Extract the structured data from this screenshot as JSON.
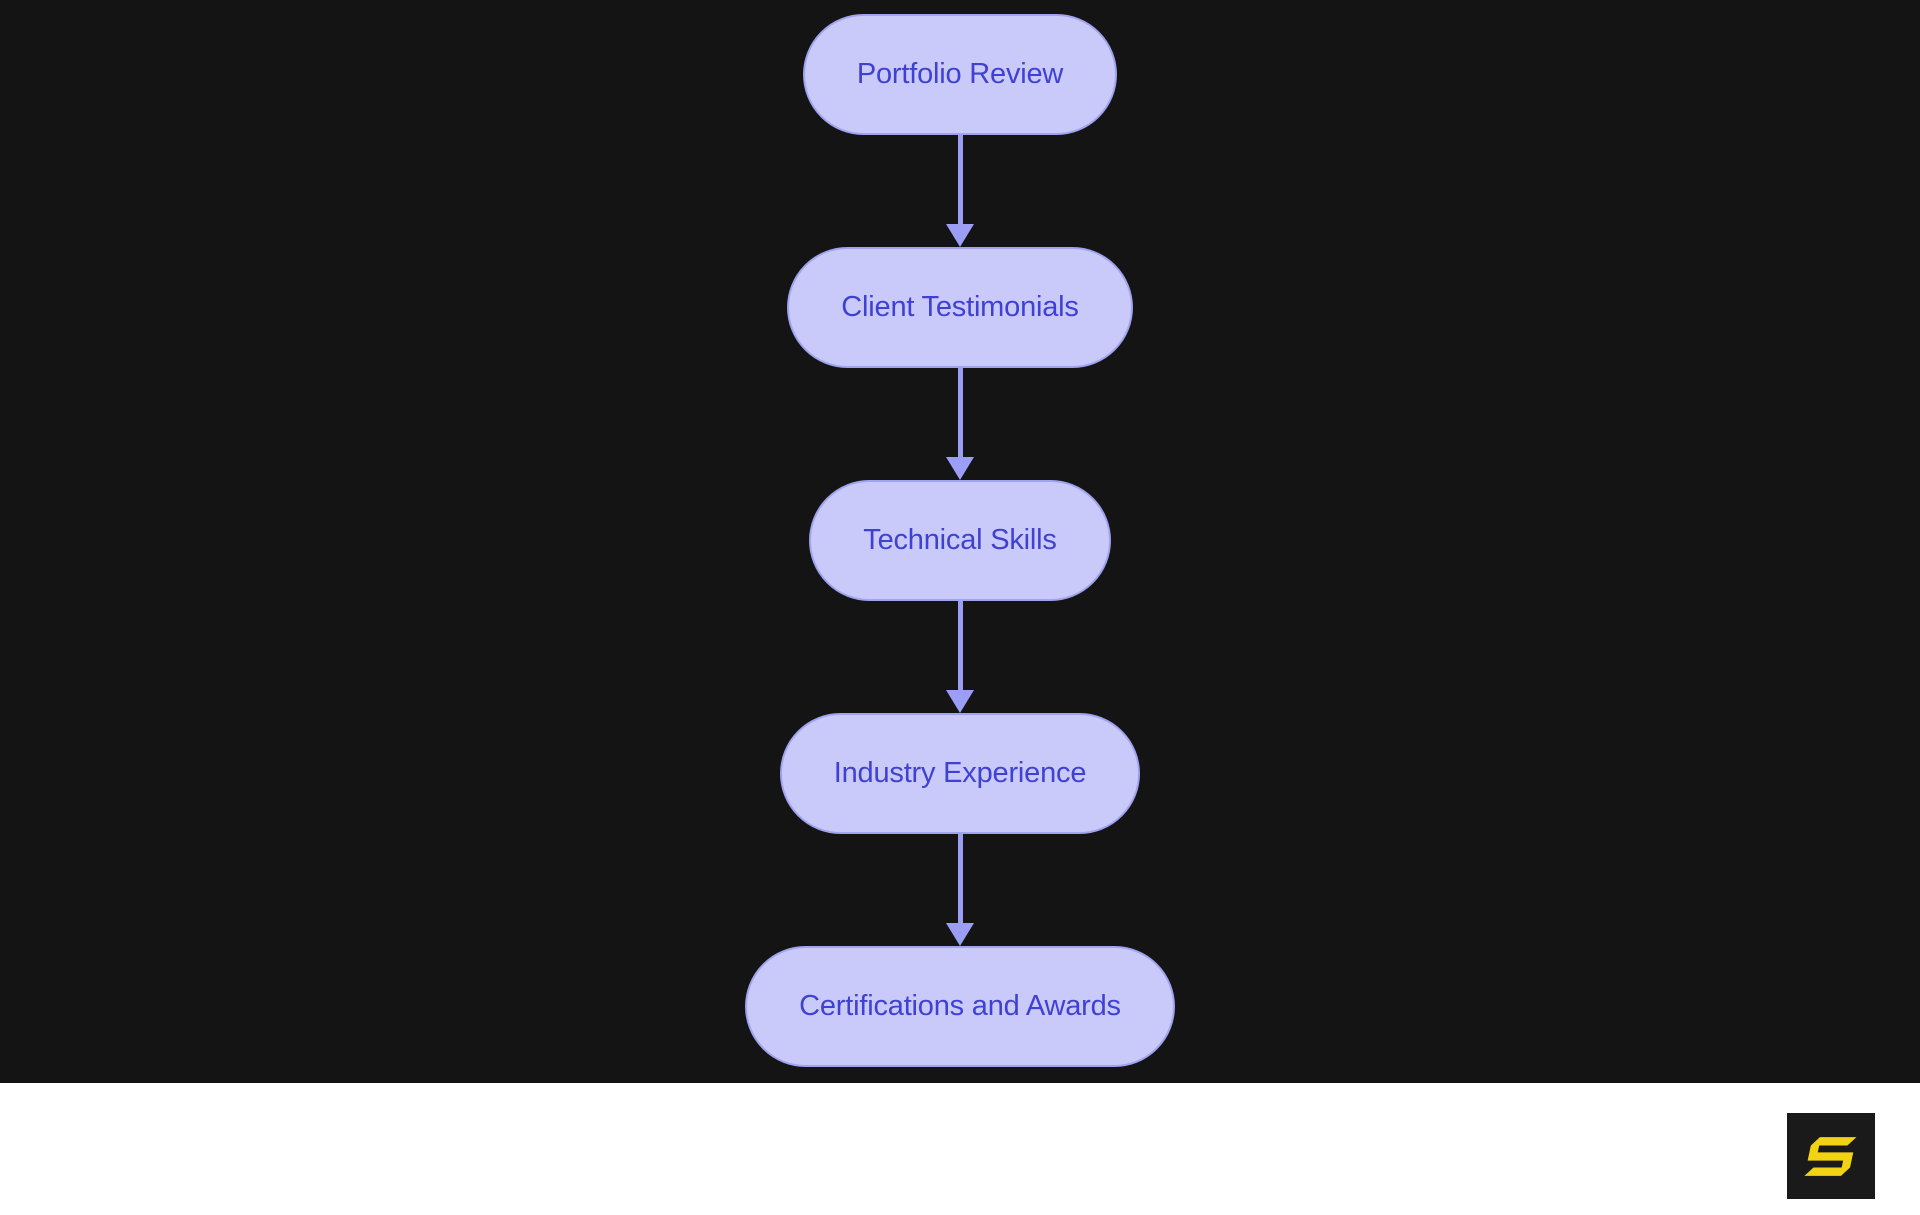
{
  "diagram": {
    "type": "flowchart",
    "direction": "top-down",
    "nodes": [
      {
        "label": "Portfolio Review"
      },
      {
        "label": "Client Testimonials"
      },
      {
        "label": "Technical Skills"
      },
      {
        "label": "Industry Experience"
      },
      {
        "label": "Certifications and Awards"
      }
    ],
    "edges": [
      {
        "from": 0,
        "to": 1,
        "style": "arrow-down"
      },
      {
        "from": 1,
        "to": 2,
        "style": "arrow-down"
      },
      {
        "from": 2,
        "to": 3,
        "style": "arrow-down"
      },
      {
        "from": 3,
        "to": 4,
        "style": "arrow-down"
      }
    ],
    "colors": {
      "background": "#141414",
      "node_fill": "#C9CAF9",
      "node_border": "#A0A3F0",
      "node_text": "#3F41D3",
      "arrow": "#9B9EF4"
    }
  },
  "footer": {
    "background": "#FFFFFF",
    "logo": {
      "icon": "s-logo-icon",
      "square_color": "#1A1A1A",
      "glyph_color": "#F2D313"
    }
  }
}
